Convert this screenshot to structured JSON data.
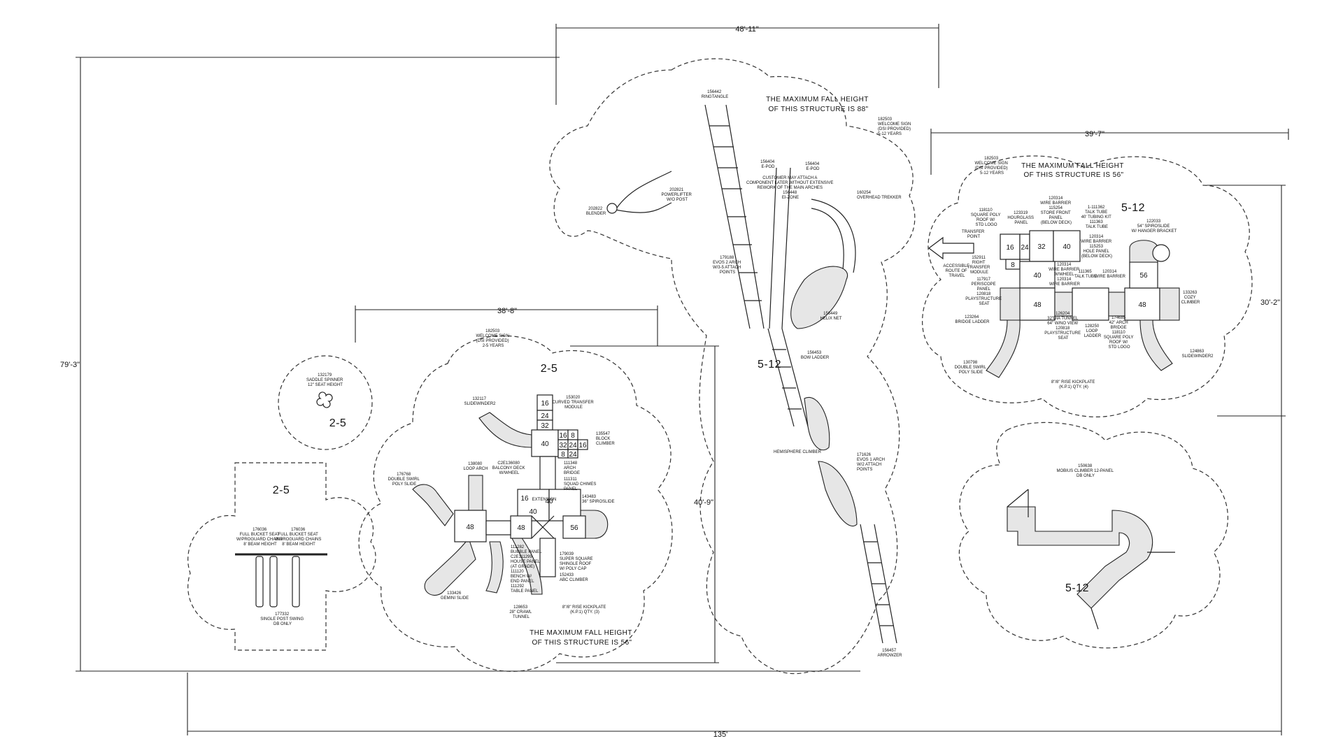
{
  "dimensions": {
    "total_width": "135'",
    "overall_height": "79'-3\"",
    "center_width": "48'-11\"",
    "right_width": "39'-7\"",
    "right_height": "30'-2\"",
    "left_width": "38'-8\"",
    "left_height": "40'-9\""
  },
  "zones": {
    "spinner": {
      "age": "2-5",
      "label": [
        "132179",
        "SADDLE SPINNER",
        "12\" SEAT HEIGHT"
      ]
    },
    "swing": {
      "age": "2-5",
      "seat_a": [
        "176036",
        "FULL BUCKET SEAT",
        "W/PROGUARD CHAINS",
        "8' BEAM HEIGHT"
      ],
      "seat_b": [
        "176036",
        "FULL BUCKET SEAT",
        "W/PROGUARD CHAINS",
        "8' BEAM HEIGHT"
      ],
      "frame": [
        "177332",
        "SINGLE POST SWING",
        "DB ONLY"
      ]
    },
    "left_structure": {
      "age": "2-5",
      "sign": [
        "182503",
        "WELCOME SIGN",
        "(DSI PROVIDED)",
        "2-5 YEARS"
      ],
      "fall_height": [
        "THE MAXIMUM FALL HEIGHT",
        "OF THIS STRUCTURE IS 56\""
      ],
      "deck_numbers": [
        "16",
        "24",
        "32",
        "40",
        "16",
        "8",
        "32",
        "24",
        "16",
        "8",
        "24",
        "16",
        "40",
        "40",
        "48",
        "48",
        "56"
      ],
      "labels": {
        "slidewinder": [
          "132117",
          "SLIDEWINDER2"
        ],
        "transfer": [
          "153020",
          "CURVED TRANSFER",
          "MODULE"
        ],
        "block": [
          "135547",
          "BLOCK",
          "CLIMBER"
        ],
        "arch_bridge": [
          "111348",
          "ARCH",
          "BRIDGE"
        ],
        "chimes": [
          "111311",
          "SQUAD CHIMES",
          "PANEL"
        ],
        "spiro": [
          "143483",
          "36\" SPIROSLIDE"
        ],
        "loop_arch": [
          "138080",
          "LOOP ARCH"
        ],
        "balcony": [
          "C2E136080",
          "BALCONY DECK",
          "W/WHEEL"
        ],
        "double_swirl": [
          "176768",
          "DOUBLE SWIRL",
          "POLY SLIDE"
        ],
        "extension": "EXTENSION",
        "panels": [
          "111282",
          "BUBBLE PANEL",
          "C2E111299",
          "HOUSE PANEL",
          "(AT GRADE)",
          "111120",
          "BENCH W/",
          "END PANEL",
          "111292",
          "TABLE PANEL"
        ],
        "roof": [
          "179039",
          "SUPER SQUARE",
          "SHINGLE ROOF",
          "W/ POLY CAP"
        ],
        "abc": [
          "152433",
          "ABC CLIMBER"
        ],
        "gemini": [
          "133426",
          "GEMINI SLIDE"
        ],
        "tunnel": [
          "128653",
          "28\" CRAWL",
          "TUNNEL"
        ],
        "kickplate": [
          "8\"/8\" RISE KICKPLATE",
          "(K.P.1) QTY. (3)"
        ]
      }
    },
    "center_structure": {
      "age": "5-12",
      "fall_height": [
        "THE MAXIMUM FALL HEIGHT",
        "OF THIS STRUCTURE IS 88\""
      ],
      "sign": [
        "182503",
        "WELCOME SIGN",
        "(DSI PROVIDED)",
        "5-12 YEARS"
      ],
      "labels": {
        "ringtangle": [
          "156442",
          "RINGTANGLE"
        ],
        "epod_a": [
          "156404",
          "E-POD"
        ],
        "epod_b": [
          "156404",
          "E-POD"
        ],
        "note": [
          "CUSTOMER MAY ATTACH A",
          "COMPONENT LATER WITHOUT EXTENSIVE",
          "REWORK OF THE MAIN ARCHES",
          "156448",
          "EI-ZONE"
        ],
        "trekker": [
          "160254",
          "OVERHEAD TREKKER"
        ],
        "powerlifter": [
          "202821",
          "POWERLIFTER",
          "W/O POST"
        ],
        "blender": [
          "202822",
          "BLENDER"
        ],
        "arch2": [
          "179188",
          "EVOS 2 ARCH",
          "W/3-5 ATTACH",
          "POINTS"
        ],
        "helix": [
          "156449",
          "HELIX NET"
        ],
        "bow": [
          "156453",
          "BOW LADDER"
        ],
        "hemisphere": "HEMISPHERE CLIMBER",
        "arch1": [
          "171626",
          "EVOS 1 ARCH",
          "W/2 ATTACH",
          "POINTS"
        ],
        "arrowzer": [
          "156457",
          "ARROWZER"
        ]
      }
    },
    "right_structure": {
      "age": "5-12",
      "sign": [
        "182503",
        "WELCOME SIGN",
        "(DSI PROVIDED)",
        "5-12 YEARS"
      ],
      "fall_height": [
        "THE MAXIMUM FALL HEIGHT",
        "OF THIS STRUCTURE IS 56\""
      ],
      "accessible": [
        "ACCESSIBLE",
        "ROUTE OF",
        "TRAVEL"
      ],
      "deck_numbers": [
        "16",
        "24",
        "32",
        "40",
        "8",
        "40",
        "48",
        "56",
        "48"
      ],
      "labels": {
        "roof": [
          "118110",
          "SQUARE POLY",
          "ROOF W/",
          "STD LOGO"
        ],
        "hourglass": [
          "123319",
          "HOURGLASS",
          "PANEL"
        ],
        "barrier_a": [
          "120314",
          "WIRE BARRIER",
          "115254",
          "STORE FRONT",
          "PANEL",
          "(BELOW DECK)"
        ],
        "talk_tube_a": [
          "1-111362",
          "TALK TUBE",
          "40' TUBING KIT",
          "111363",
          "TALK TUBE"
        ],
        "transfer": [
          "TRANSFER",
          "POINT"
        ],
        "right_transfer": [
          "152911",
          "RIGHT",
          "TRANSFER",
          "MODULE"
        ],
        "periscope": [
          "117917",
          "PERISCOPE",
          "PANEL",
          "120818",
          "PLAYSTRUCTURE",
          "SEAT"
        ],
        "barrier_b": [
          "120314",
          "WIRE BARRIER",
          "115253",
          "HOLE PANEL",
          "(BELOW DECK)"
        ],
        "barrier_c": [
          "120314",
          "WIRE BARRIER",
          "W/WHEEL",
          "120314",
          "WIRE BARRIER"
        ],
        "talk_tube_b": [
          "111365",
          "TALK TUBE"
        ],
        "barrier_d": [
          "120314",
          "WIRE BARRIER"
        ],
        "spiroslide": [
          "122033",
          "54\" SPIROSLIDE",
          "W/ HANGER BRACKET"
        ],
        "bridge_ladder": [
          "123264",
          "BRIDGE LADDER"
        ],
        "crawl": [
          "126204",
          "32\"DIA TUNNEL",
          "64\" W/NO VIEW",
          "120818",
          "PLAYSTRUCTURE",
          "SEAT"
        ],
        "loop_ladder": [
          "128250",
          "LOOP",
          "LADDER"
        ],
        "arch_bridge": [
          "174685",
          "42\" ARCH",
          "BRIDGE",
          "118110",
          "SQUARE POLY",
          "ROOF W/",
          "STD LOGO"
        ],
        "cozy": [
          "133263",
          "COZY",
          "CLIMBER"
        ],
        "double_swirl": [
          "130798",
          "DOUBLE SWIRL",
          "POLY SLIDE"
        ],
        "slidewinder": [
          "124863",
          "SLIDEWINDER2"
        ],
        "kickplate": [
          "8\"/8\" RISE KICKPLATE",
          "(K.P.1) QTY. (4)"
        ]
      }
    },
    "mobius": {
      "age": "5-12",
      "label": [
        "150638",
        "MOBIUS CLIMBER 12-PANEL",
        "DB ONLY"
      ]
    }
  }
}
